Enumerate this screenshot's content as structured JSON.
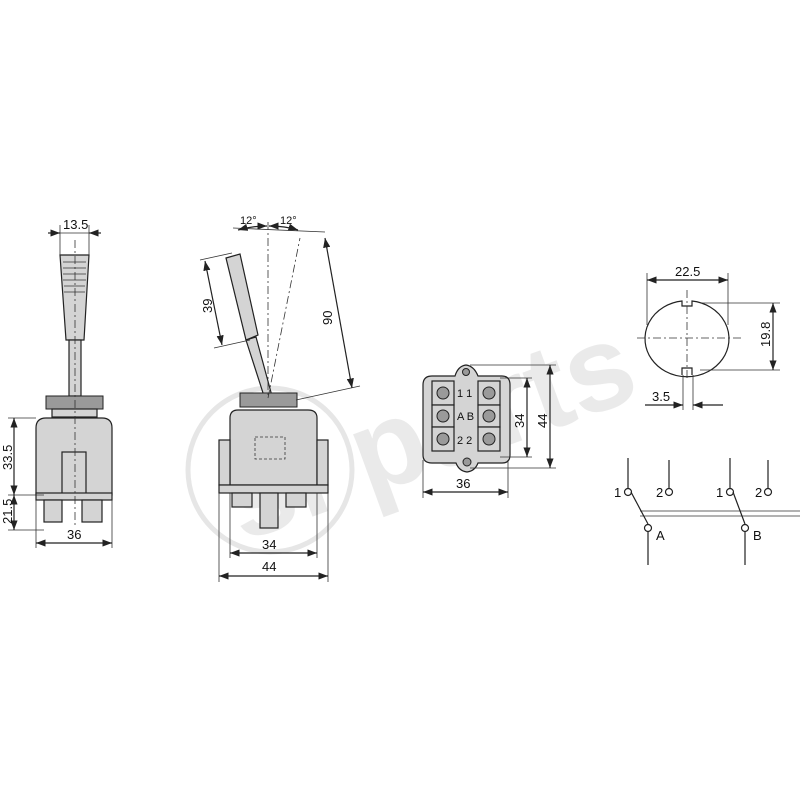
{
  "watermark": {
    "logo_text": "sl parts",
    "color": "#e6e6e6"
  },
  "side_view": {
    "dim_lever_width": "13.5",
    "dim_body_height": "33.5",
    "dim_terminal_height": "21.5",
    "dim_body_width": "36"
  },
  "front_view": {
    "dim_angle_left": "12°",
    "dim_angle_right": "12°",
    "dim_knob_length": "39",
    "dim_total_length": "90",
    "dim_body_width": "34",
    "dim_flange_width": "44"
  },
  "terminal_view": {
    "row1": "1 1",
    "row2": "A B",
    "row3": "2 2",
    "dim_inner_height": "34",
    "dim_outer_height": "44",
    "dim_width": "36"
  },
  "mount_hole": {
    "dim_diameter": "22.5",
    "dim_flat": "19.8",
    "dim_key": "3.5"
  },
  "schematic": {
    "c1_left": "1",
    "c2_left": "2",
    "pole_a": "A",
    "c1_right": "1",
    "c2_right": "2",
    "pole_b": "B"
  }
}
